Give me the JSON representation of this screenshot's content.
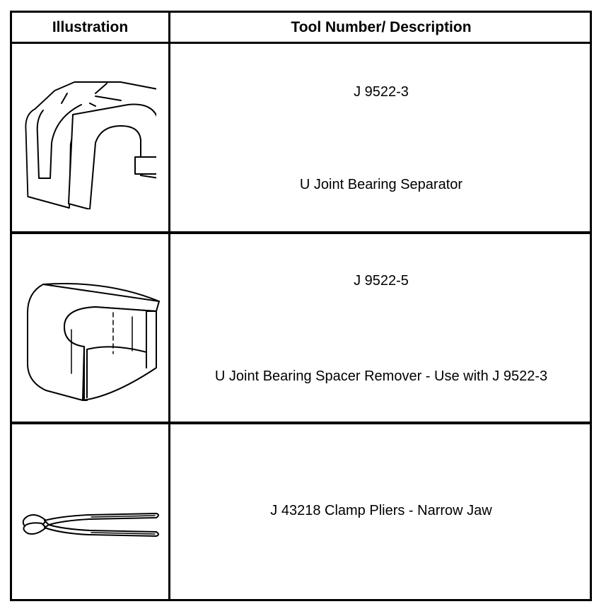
{
  "table": {
    "headers": {
      "illustration": "Illustration",
      "description": "Tool Number/ Description"
    },
    "rows": [
      {
        "tool_number": "J 9522-3",
        "description": "U Joint Bearing Separator",
        "icon": "bearing-separator-icon"
      },
      {
        "tool_number": "J 9522-5",
        "description": "U Joint Bearing Spacer Remover - Use with J 9522-3",
        "icon": "spacer-remover-icon"
      },
      {
        "tool_number": "",
        "description": "J 43218 Clamp Pliers - Narrow Jaw",
        "icon": "clamp-pliers-icon"
      }
    ]
  }
}
